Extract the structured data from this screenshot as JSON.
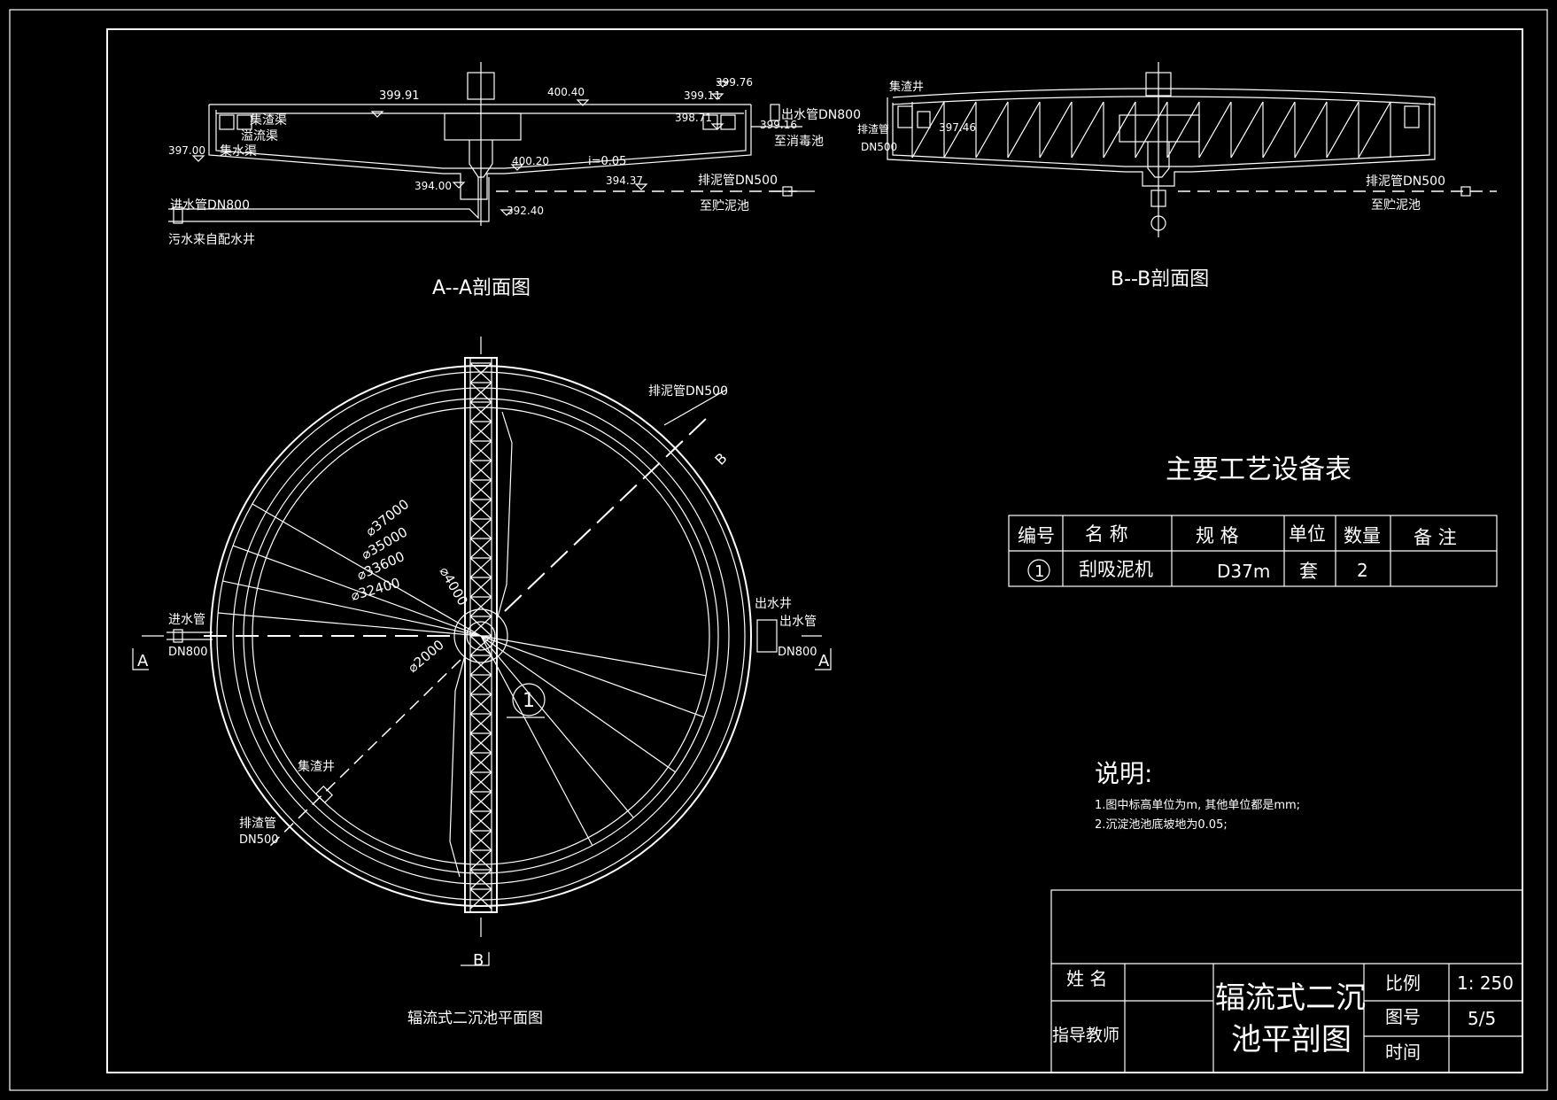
{
  "section_aa": {
    "title": "A--A剖面图",
    "elevations": [
      "399.91",
      "400.40",
      "399.76",
      "399.11",
      "398.71",
      "399.16",
      "397.00",
      "400.20",
      "394.00",
      "394.37",
      "392.40"
    ],
    "slope": "i=0.05",
    "labels": {
      "scum_trough": "集渣渠",
      "overflow_weir": "溢流渠",
      "collection_trough": "集水渠",
      "outlet_pipe": "出水管DN800",
      "to_disinfection": "至消毒池",
      "sludge_pipe": "排泥管DN500",
      "to_sludge_tank": "至贮泥池",
      "inlet_pipe": "进水管DN800",
      "from_distribution": "污水来自配水井"
    }
  },
  "section_bb": {
    "title": "B--B剖面图",
    "labels": {
      "scum_well": "集渣井",
      "scum_pipe": "排渣管",
      "dn500": "DN500",
      "elev": "397.46",
      "sludge_pipe": "排泥管DN500",
      "to_sludge_tank": "至贮泥池"
    }
  },
  "plan": {
    "title": "辐流式二沉池平面图",
    "dims": [
      "⌀37000",
      "⌀35000",
      "⌀33600",
      "⌀32400",
      "⌀4000",
      "⌀2000"
    ],
    "labels": {
      "sludge_pipe": "排泥管DN500",
      "inlet": "进水管",
      "inlet_dn": "DN800",
      "outlet_well": "出水井",
      "outlet": "出水管",
      "outlet_dn": "DN800",
      "scum_well": "集渣井",
      "scum_pipe": "排渣管",
      "scum_dn": "DN500",
      "section_a": "A",
      "section_b": "B",
      "item_no": "1"
    }
  },
  "equipment": {
    "title": "主要工艺设备表",
    "headers": [
      "编号",
      "名 称",
      "规  格",
      "单位",
      "数量",
      "备 注"
    ],
    "rows": [
      [
        "1",
        "刮吸泥机",
        "D37m",
        "套",
        "2",
        ""
      ]
    ]
  },
  "notes": {
    "title": "说明:",
    "items": [
      "1.图中标高单位为m, 其他单位都是mm;",
      "2.沉淀池池底坡地为0.05;"
    ]
  },
  "title_block": {
    "name_label": "姓 名",
    "teacher_label": "指导教师",
    "drawing_title_1": "辐流式二沉",
    "drawing_title_2": "池平剖图",
    "scale_label": "比例",
    "scale_value": "1: 250",
    "drawing_no_label": "图号",
    "drawing_no_value": "5/5",
    "time_label": "时间"
  }
}
